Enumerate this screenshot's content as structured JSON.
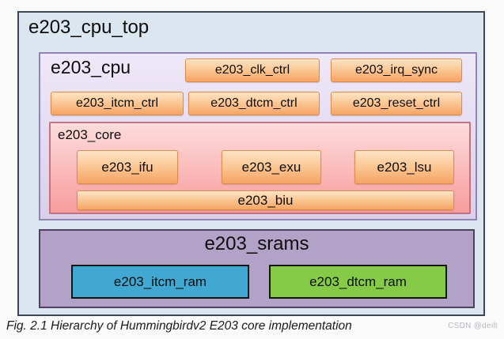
{
  "diagram": {
    "cpu_top": {
      "label": "e203_cpu_top"
    },
    "cpu": {
      "label": "e203_cpu",
      "modules": {
        "clk_ctrl": "e203_clk_ctrl",
        "irq_sync": "e203_irq_sync",
        "itcm_ctrl": "e203_itcm_ctrl",
        "dtcm_ctrl": "e203_dtcm_ctrl",
        "reset_ctrl": "e203_reset_ctrl"
      },
      "core": {
        "label": "e203_core",
        "modules": {
          "ifu": "e203_ifu",
          "exu": "e203_exu",
          "lsu": "e203_lsu",
          "biu": "e203_biu"
        }
      }
    },
    "srams": {
      "label": "e203_srams",
      "modules": {
        "itcm_ram": "e203_itcm_ram",
        "dtcm_ram": "e203_dtcm_ram"
      }
    },
    "colors": {
      "cpu_top_fill": "#dce6f0",
      "cpu_fill": "#e6ddf3",
      "cpu_border": "#9184b4",
      "core_fill_top": "#fcdcdc",
      "core_fill_bottom": "#f89c9c",
      "core_border": "#c3737f",
      "module_fill_top": "#fde4c6",
      "module_fill_bottom": "#f6a463",
      "module_border": "#dc8c4c",
      "srams_fill": "#b2a2c8",
      "itcm_ram_fill": "#41a8d2",
      "dtcm_ram_fill": "#85cb47"
    }
  },
  "caption": "Fig. 2.1 Hierarchy of Hummingbirdv2 E203 core implementation",
  "watermark": "CSDN @deilt"
}
